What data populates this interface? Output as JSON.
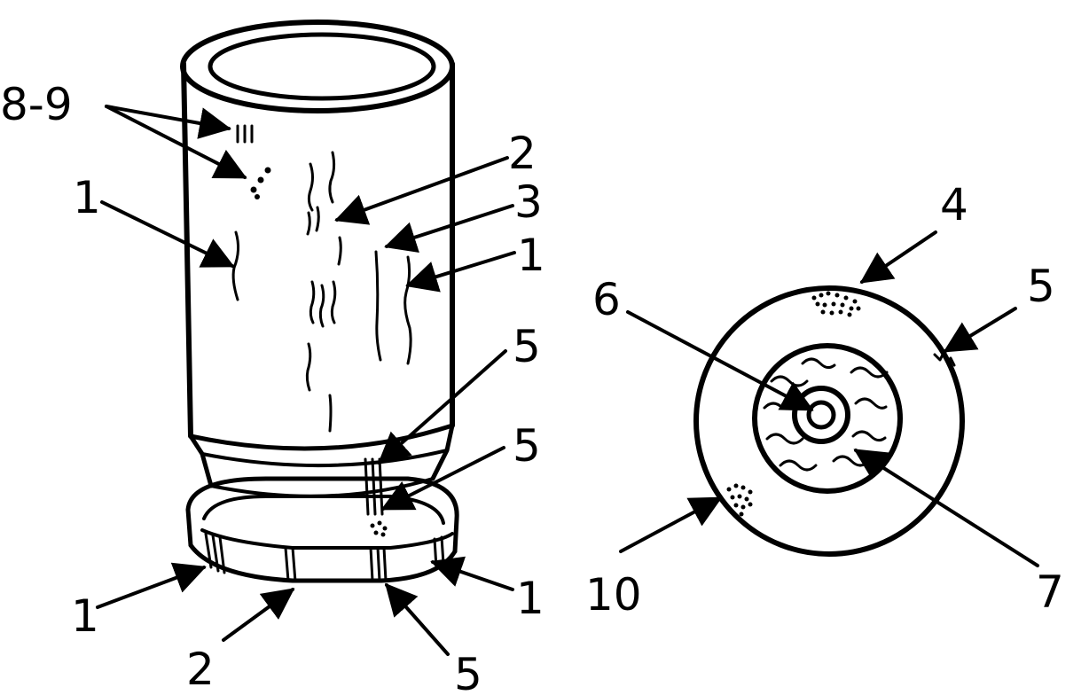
{
  "figure": {
    "colors": {
      "ink": "#000000",
      "paper": "#ffffff"
    },
    "labels": {
      "case_8_9": "8-9",
      "case_1_left": "1",
      "case_2_body": "2",
      "case_3_body": "3",
      "case_1_right": "1",
      "case_5_upper": "5",
      "case_5_middle": "5",
      "case_1_rim_left": "1",
      "case_2_rim": "2",
      "case_5_rim": "5",
      "case_1_rim_right": "1",
      "base_4": "4",
      "base_5": "5",
      "base_6": "6",
      "base_7": "7",
      "base_10": "10"
    }
  }
}
